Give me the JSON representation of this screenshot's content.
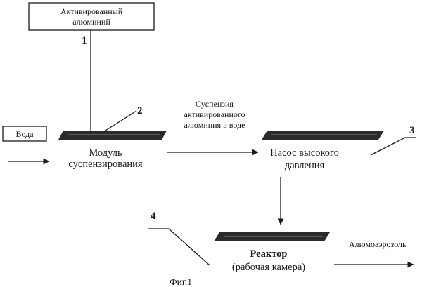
{
  "blocks": {
    "activated_aluminum": {
      "line1": "Активированный",
      "line2": "алюминий"
    },
    "water": "Вода",
    "suspension_module": {
      "line1": "Модуль",
      "line2": "суспензирования"
    },
    "pump": {
      "line1": "Насос высокого",
      "line2": "давления"
    },
    "reactor": {
      "line1": "Реактор",
      "line2": "(рабочая камера)"
    }
  },
  "flows": {
    "suspension": {
      "line1": "Суспензия",
      "line2": "активированного",
      "line3": "алюминия в воде"
    },
    "aluminum_aerosol": "Алюмоаэрозоль"
  },
  "callouts": [
    "1",
    "2",
    "3",
    "4"
  ],
  "caption": "Фиг.1"
}
